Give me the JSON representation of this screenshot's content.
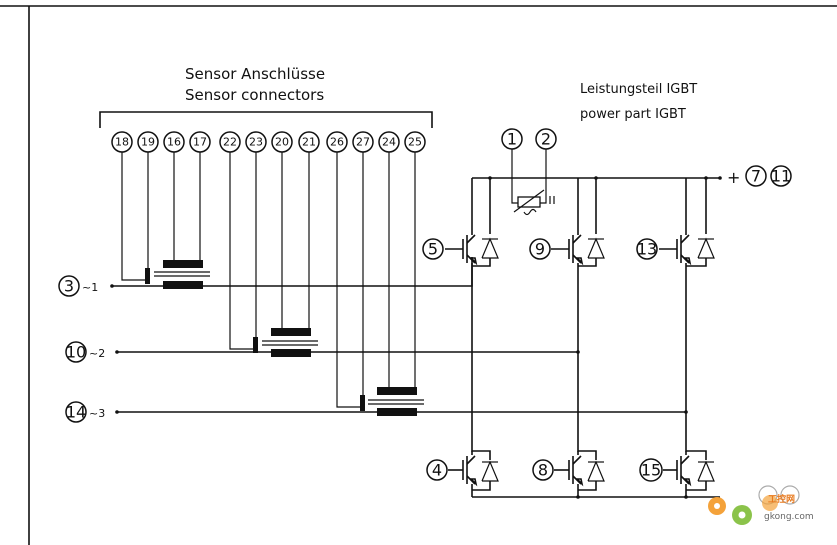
{
  "sensor_title_de": "Sensor Anschlüsse",
  "sensor_title_en": "Sensor connectors",
  "power_title_de": "Leistungsteil IGBT",
  "power_title_en": "power part IGBT",
  "connectors": [
    "18",
    "19",
    "16",
    "17",
    "22",
    "23",
    "20",
    "21",
    "26",
    "27",
    "24",
    "25"
  ],
  "thermistor_pins": [
    "1",
    "2"
  ],
  "positive_terminal_sign": "+",
  "positive_terminals": [
    "7",
    "11"
  ],
  "phases": [
    {
      "num": "3",
      "label": "~1"
    },
    {
      "num": "10",
      "label": "~2"
    },
    {
      "num": "14",
      "label": "~3"
    }
  ],
  "upper_gates": [
    "5",
    "9",
    "13"
  ],
  "lower_gates": [
    "4",
    "8",
    "15"
  ],
  "watermark_text": "工控网",
  "watermark_url": "gkong.com"
}
